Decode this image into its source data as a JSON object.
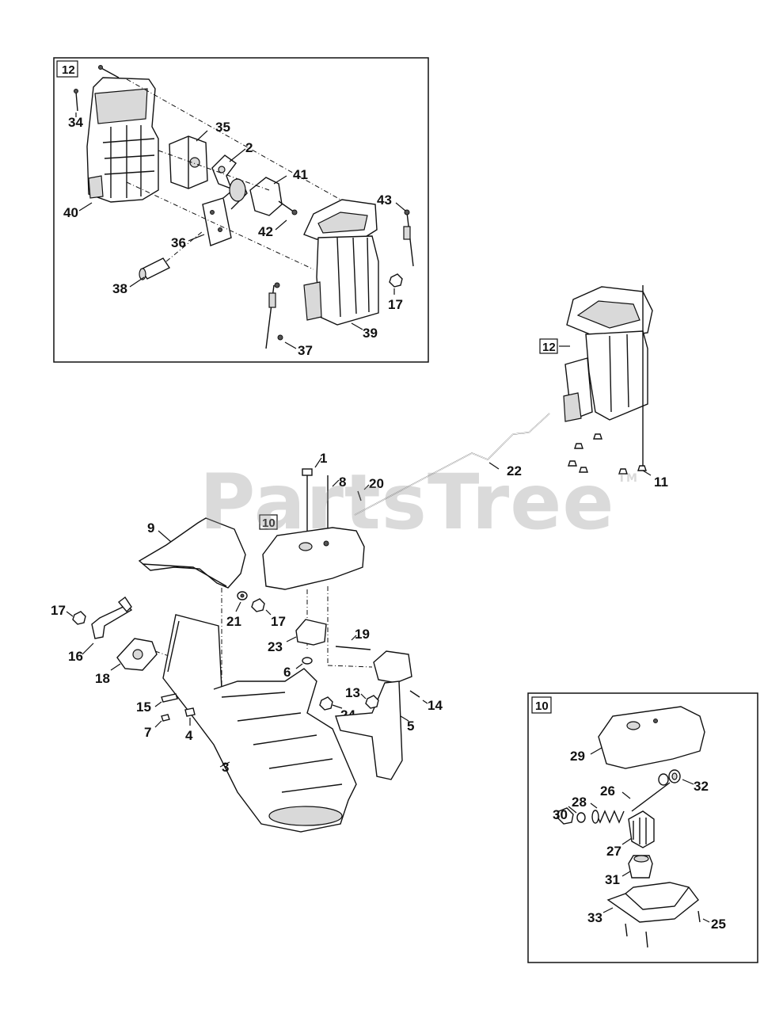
{
  "watermark": {
    "text": "PartsTree",
    "mark": "TM"
  },
  "callouts": {
    "box12_tag": "12",
    "box10_tag": "10",
    "assembly12_tag": "12",
    "assembly10_tag": "10",
    "n1": "1",
    "n2": "2",
    "n3": "3",
    "n4": "4",
    "n5": "5",
    "n6": "6",
    "n7": "7",
    "n8": "8",
    "n9": "9",
    "n11": "11",
    "n13": "13",
    "n14": "14",
    "n15": "15",
    "n16": "16",
    "n17": "17",
    "n18": "18",
    "n19": "19",
    "n20": "20",
    "n21": "21",
    "n22": "22",
    "n23": "23",
    "n24": "24",
    "n25": "25",
    "n26": "26",
    "n27": "27",
    "n28": "28",
    "n29": "29",
    "n30": "30",
    "n31": "31",
    "n32": "32",
    "n33": "33",
    "n34": "34",
    "n35": "35",
    "n36": "36",
    "n37": "37",
    "n38": "38",
    "n39": "39",
    "n40": "40",
    "n41": "41",
    "n42": "42",
    "n43": "43"
  },
  "colors": {
    "line": "#111111",
    "fill": "#ffffff",
    "shade": "#d9d9d9",
    "dark": "#555555"
  }
}
